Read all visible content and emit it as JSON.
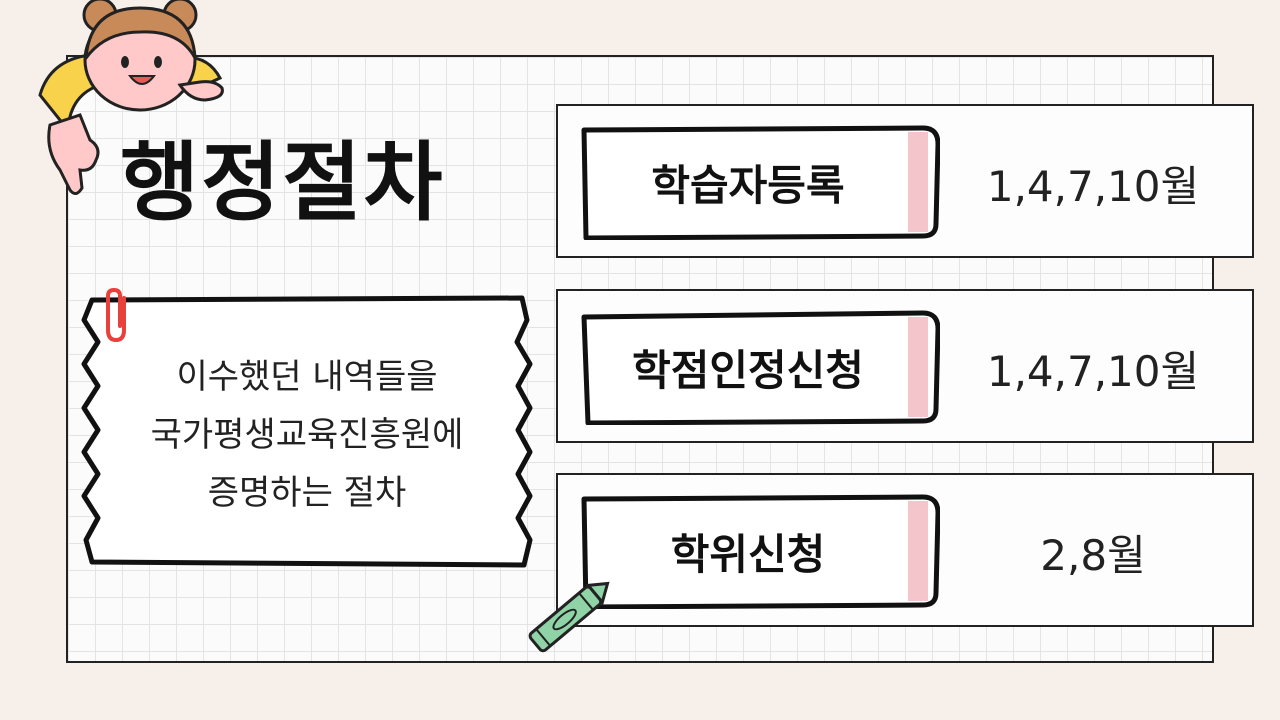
{
  "title": "행정절차",
  "note": {
    "lines": [
      "이수했던 내역들을",
      "국가평생교육진흥원에",
      "증명하는 절차"
    ]
  },
  "procedures": [
    {
      "label": "학습자등록",
      "months": "1,4,7,10월"
    },
    {
      "label": "학점인정신청",
      "months": "1,4,7,10월"
    },
    {
      "label": "학위신청",
      "months": "2,8월"
    }
  ],
  "icons": {
    "character": "girl-character-icon",
    "clip": "paper-clip-icon",
    "crayon": "green-crayon-icon"
  },
  "colors": {
    "accent_pink": "#f4c6cc",
    "crayon_green": "#8fd3a6",
    "skin": "#ffc9c9",
    "hair": "#c98a5a",
    "sleeve": "#f7d24a",
    "clip": "#e8403a"
  }
}
